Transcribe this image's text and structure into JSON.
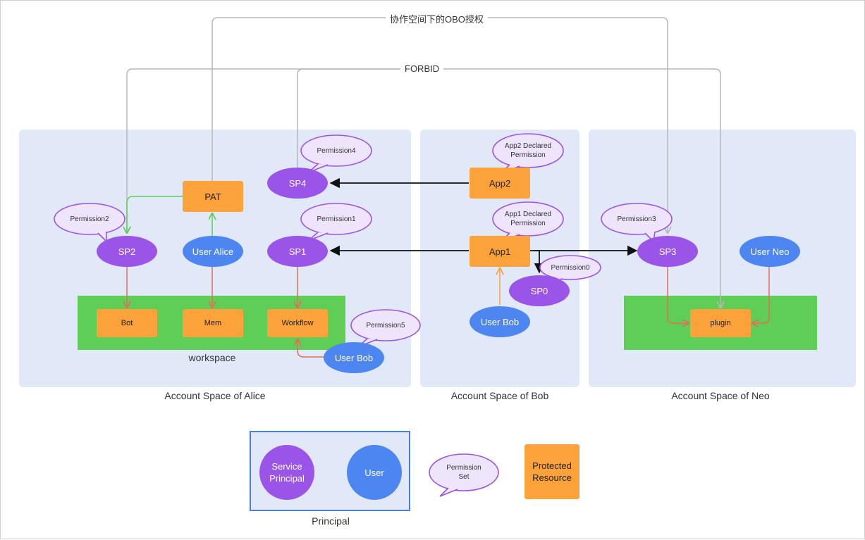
{
  "top_labels": {
    "obo": "协作空间下的OBO授权",
    "forbid": "FORBID"
  },
  "spaces": {
    "alice": "Account Space of Alice",
    "bob": "Account Space of Bob",
    "neo": "Account Space of Neo"
  },
  "workspace_label": "workspace",
  "nodes": {
    "sp1": "SP1",
    "sp2": "SP2",
    "sp3": "SP3",
    "sp4": "SP4",
    "sp0": "SP0",
    "user_alice": "User Alice",
    "user_bob_alice": "User Bob",
    "user_bob": "User Bob",
    "user_neo": "User Neo",
    "pat": "PAT",
    "bot": "Bot",
    "mem": "Mem",
    "workflow": "Workflow",
    "app1": "App1",
    "app2": "App2",
    "plugin": "plugin"
  },
  "bubbles": {
    "perm1": "Permission1",
    "perm2": "Permission2",
    "perm3": "Permission3",
    "perm4": "Permission4",
    "perm5": "Permission5",
    "perm0": "Permission0",
    "app1_declared": "App1 Declared Permission",
    "app2_declared": "App2 Declared Permission"
  },
  "legend": {
    "service_principal": "Service Principal",
    "user": "User",
    "permission_set": "Permission Set",
    "protected_resource": "Protected Resource",
    "principal": "Principal"
  },
  "colors": {
    "service_principal": "#9a55e8",
    "user": "#4d86f0",
    "resource": "#fba23a",
    "workspace": "#5fce56",
    "space": "#e1e8f8",
    "bubble_fill": "#eee4fb",
    "red_arrow": "#e86a5a",
    "gray_line": "#b7b7b7"
  }
}
